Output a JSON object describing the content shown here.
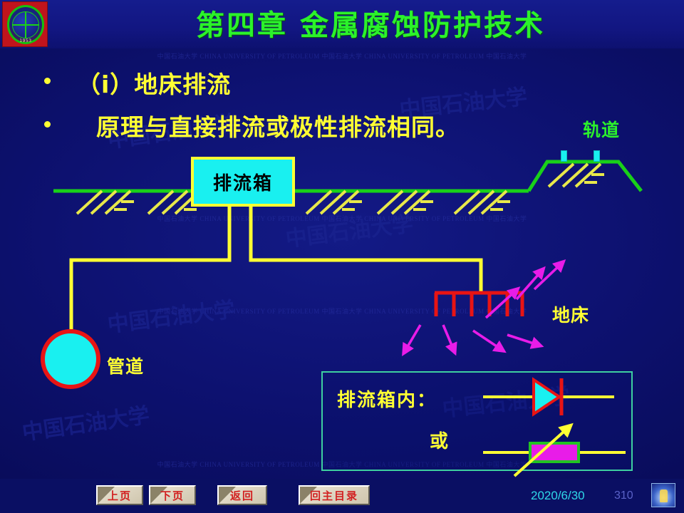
{
  "header": {
    "title": "第四章   金属腐蚀防护技术",
    "logo_name": "china-university-of-petroleum-seal",
    "logo_year": "1953",
    "title_color": "#2bf22b",
    "band_color": "#121681"
  },
  "background": {
    "color": "#0d1170",
    "watermark_line": "中国石油大学  CHINA UNIVERSITY OF PETROLEUM  中国石油大学  CHINA UNIVERSITY OF PETROLEUM  中国石油大学",
    "watermark_big": "中国石油大学"
  },
  "bullets": [
    {
      "text": "（i）地床排流",
      "color": "#ffff33"
    },
    {
      "text": "原理与直接排流或极性排流相同。",
      "color": "#ffff33"
    }
  ],
  "diagram": {
    "drain_box_label": "排流箱",
    "drain_box_fill": "#19f0f0",
    "drain_box_border": "#ffff33",
    "track_label": "轨道",
    "track_label_color": "#2bf22b",
    "ground_line_color": "#19d119",
    "hatch_color": "#e8e84a",
    "wire_color": "#ffff33",
    "pipeline_label": "管道",
    "pipeline_fill": "#19f0f0",
    "pipeline_border": "#e81414",
    "anode_bed_label": "地床",
    "anode_bed_color": "#e81414",
    "anode_bed_prongs": 6,
    "current_arrow_color": "#e81ce8",
    "rail_color": "#19f0f0",
    "rail_count": 2
  },
  "legend": {
    "title": "排流箱内：",
    "or_label": "或",
    "border_color": "#3ecfa0",
    "diode_name": "diode-symbol",
    "diode_fill": "#19f0f0",
    "diode_outline": "#e81414",
    "resistor_name": "variable-resistor-symbol",
    "resistor_fill": "#e81ce8",
    "resistor_border": "#22c422",
    "wire_color": "#ffff33"
  },
  "footer": {
    "buttons": [
      {
        "label": "上页",
        "name": "prev-page-button"
      },
      {
        "label": "下页",
        "name": "next-page-button"
      },
      {
        "label": "返回",
        "name": "back-button"
      },
      {
        "label": "回主目录",
        "name": "main-menu-button"
      }
    ],
    "date": "2020/6/30",
    "page_number": "310",
    "date_color": "#2fd8e8",
    "page_color": "#5a62c8"
  }
}
